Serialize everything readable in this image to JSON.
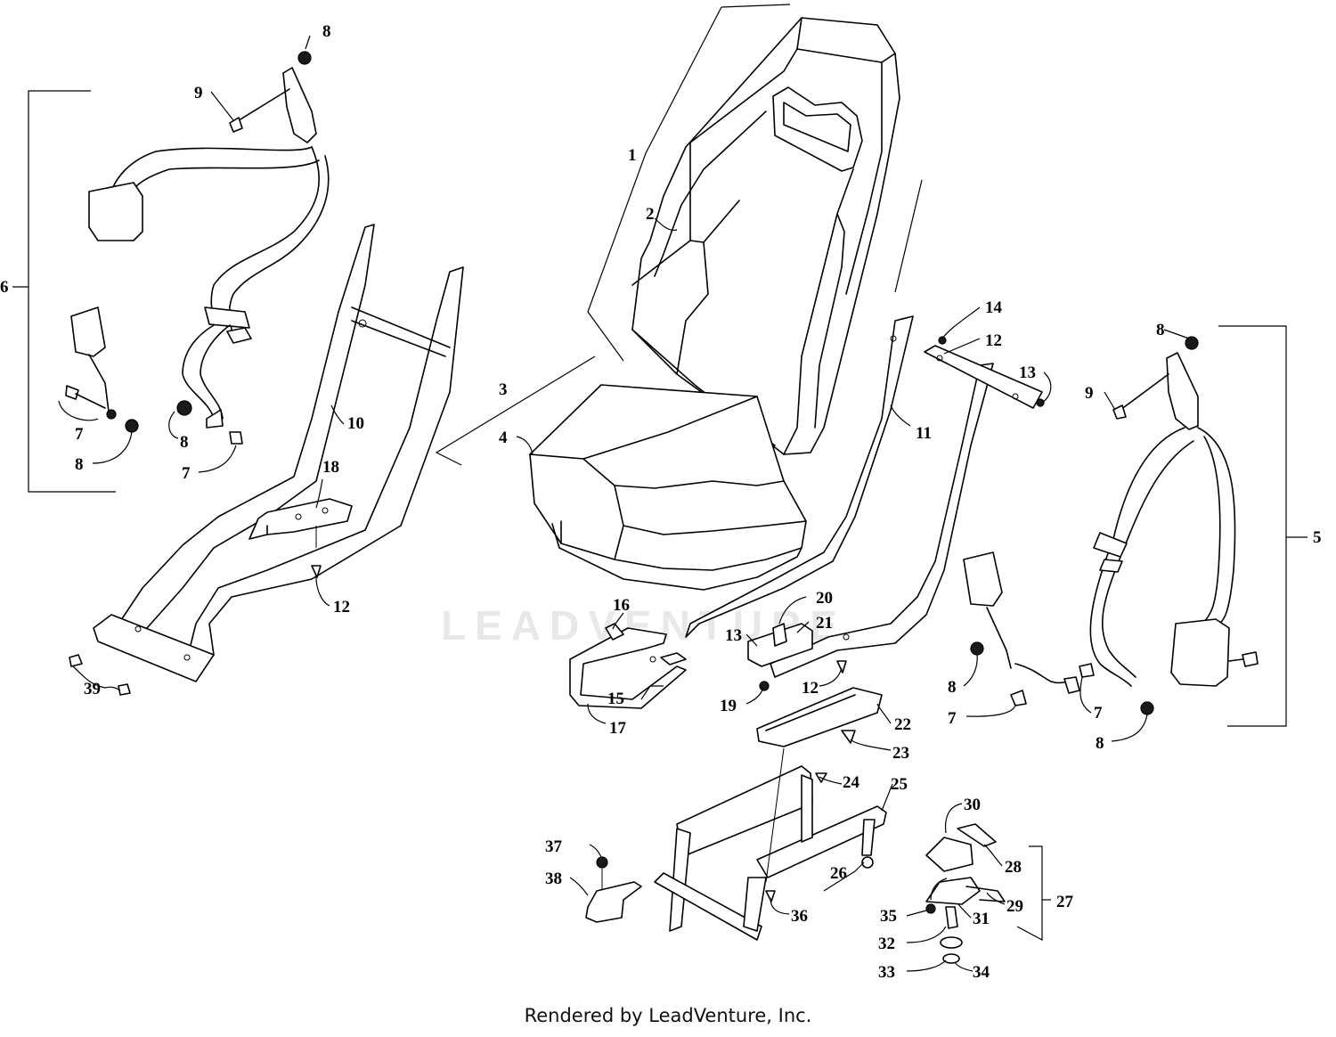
{
  "watermark": "LEADVENTURE",
  "footer": "Rendered by LeadVenture, Inc.",
  "callouts": [
    {
      "id": "c1",
      "text": "1"
    },
    {
      "id": "c2",
      "text": "2"
    },
    {
      "id": "c3",
      "text": "3"
    },
    {
      "id": "c4",
      "text": "4"
    },
    {
      "id": "c5",
      "text": "5"
    },
    {
      "id": "c6",
      "text": "6"
    },
    {
      "id": "c7a",
      "text": "7"
    },
    {
      "id": "c7b",
      "text": "7"
    },
    {
      "id": "c7c",
      "text": "7"
    },
    {
      "id": "c7d",
      "text": "7"
    },
    {
      "id": "c8a",
      "text": "8"
    },
    {
      "id": "c8b",
      "text": "8"
    },
    {
      "id": "c8c",
      "text": "8"
    },
    {
      "id": "c8d",
      "text": "8"
    },
    {
      "id": "c8e",
      "text": "8"
    },
    {
      "id": "c8f",
      "text": "8"
    },
    {
      "id": "c9a",
      "text": "9"
    },
    {
      "id": "c9b",
      "text": "9"
    },
    {
      "id": "c10",
      "text": "10"
    },
    {
      "id": "c11",
      "text": "11"
    },
    {
      "id": "c12a",
      "text": "12"
    },
    {
      "id": "c12b",
      "text": "12"
    },
    {
      "id": "c12c",
      "text": "12"
    },
    {
      "id": "c13a",
      "text": "13"
    },
    {
      "id": "c13b",
      "text": "13"
    },
    {
      "id": "c14",
      "text": "14"
    },
    {
      "id": "c15",
      "text": "15"
    },
    {
      "id": "c16",
      "text": "16"
    },
    {
      "id": "c17",
      "text": "17"
    },
    {
      "id": "c18",
      "text": "18"
    },
    {
      "id": "c19",
      "text": "19"
    },
    {
      "id": "c20",
      "text": "20"
    },
    {
      "id": "c21",
      "text": "21"
    },
    {
      "id": "c22",
      "text": "22"
    },
    {
      "id": "c23",
      "text": "23"
    },
    {
      "id": "c24",
      "text": "24"
    },
    {
      "id": "c25",
      "text": "25"
    },
    {
      "id": "c26",
      "text": "26"
    },
    {
      "id": "c27",
      "text": "27"
    },
    {
      "id": "c28",
      "text": "28"
    },
    {
      "id": "c29",
      "text": "29"
    },
    {
      "id": "c30",
      "text": "30"
    },
    {
      "id": "c31",
      "text": "31"
    },
    {
      "id": "c32",
      "text": "32"
    },
    {
      "id": "c33",
      "text": "33"
    },
    {
      "id": "c34",
      "text": "34"
    },
    {
      "id": "c35",
      "text": "35"
    },
    {
      "id": "c36",
      "text": "36"
    },
    {
      "id": "c37",
      "text": "37"
    },
    {
      "id": "c38",
      "text": "38"
    },
    {
      "id": "c39",
      "text": "39"
    }
  ]
}
